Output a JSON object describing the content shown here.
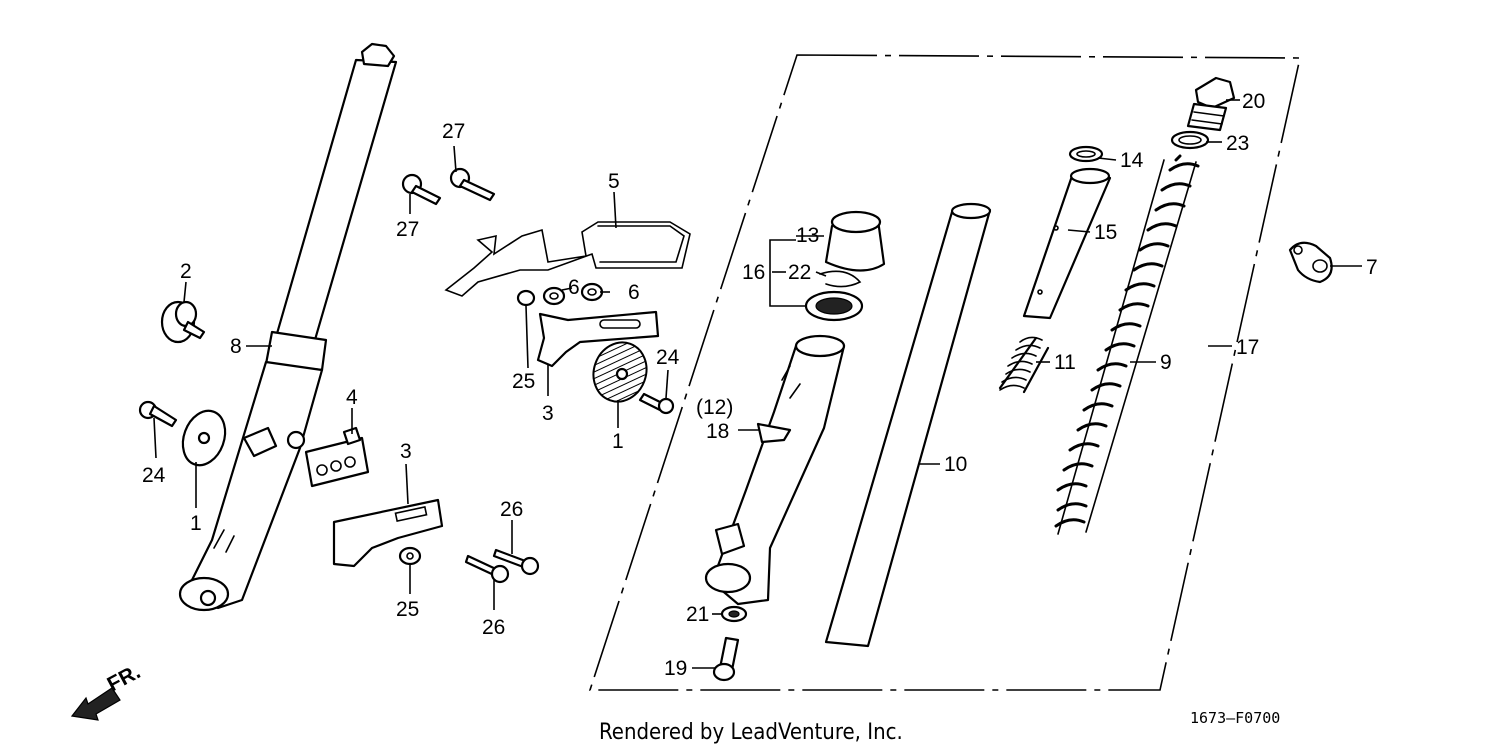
{
  "callouts": {
    "c1a": "1",
    "c1b": "1",
    "c2": "2",
    "c3a": "3",
    "c3b": "3",
    "c4": "4",
    "c5": "5",
    "c6a": "6",
    "c6b": "6",
    "c7": "7",
    "c8": "8",
    "c9": "9",
    "c10": "10",
    "c11": "11",
    "c12": "(12)",
    "c13": "13",
    "c14": "14",
    "c15": "15",
    "c16": "16",
    "c17": "17",
    "c18": "18",
    "c19": "19",
    "c20": "20",
    "c21": "21",
    "c22": "22",
    "c23": "23",
    "c24a": "24",
    "c24b": "24",
    "c25a": "25",
    "c25b": "25",
    "c26a": "26",
    "c26b": "26",
    "c27a": "27",
    "c27b": "27"
  },
  "front_indicator": "FR.",
  "figure_code": "1673–F0700",
  "credit": "Rendered by LeadVenture, Inc."
}
